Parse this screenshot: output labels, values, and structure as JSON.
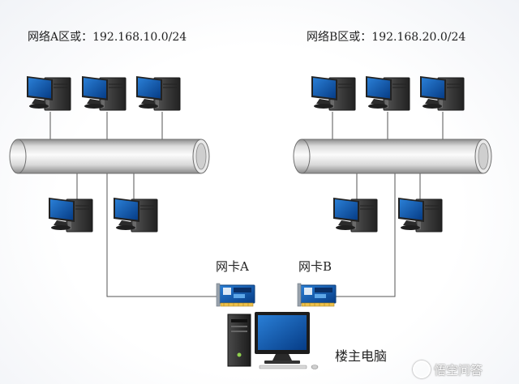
{
  "network_a": {
    "label": "网络A区或：192.168.10.0/24"
  },
  "network_b": {
    "label": "网络B区或：192.168.20.0/24"
  },
  "nic_a": {
    "label": "网卡A"
  },
  "nic_b": {
    "label": "网卡B"
  },
  "host": {
    "label": "楼主电脑"
  },
  "watermark": {
    "text": "悟空问答"
  },
  "colors": {
    "screen": "#0b4ea2",
    "tower": "#3c3c3c",
    "cable": "#555555",
    "nic_board": "#1e73be"
  }
}
